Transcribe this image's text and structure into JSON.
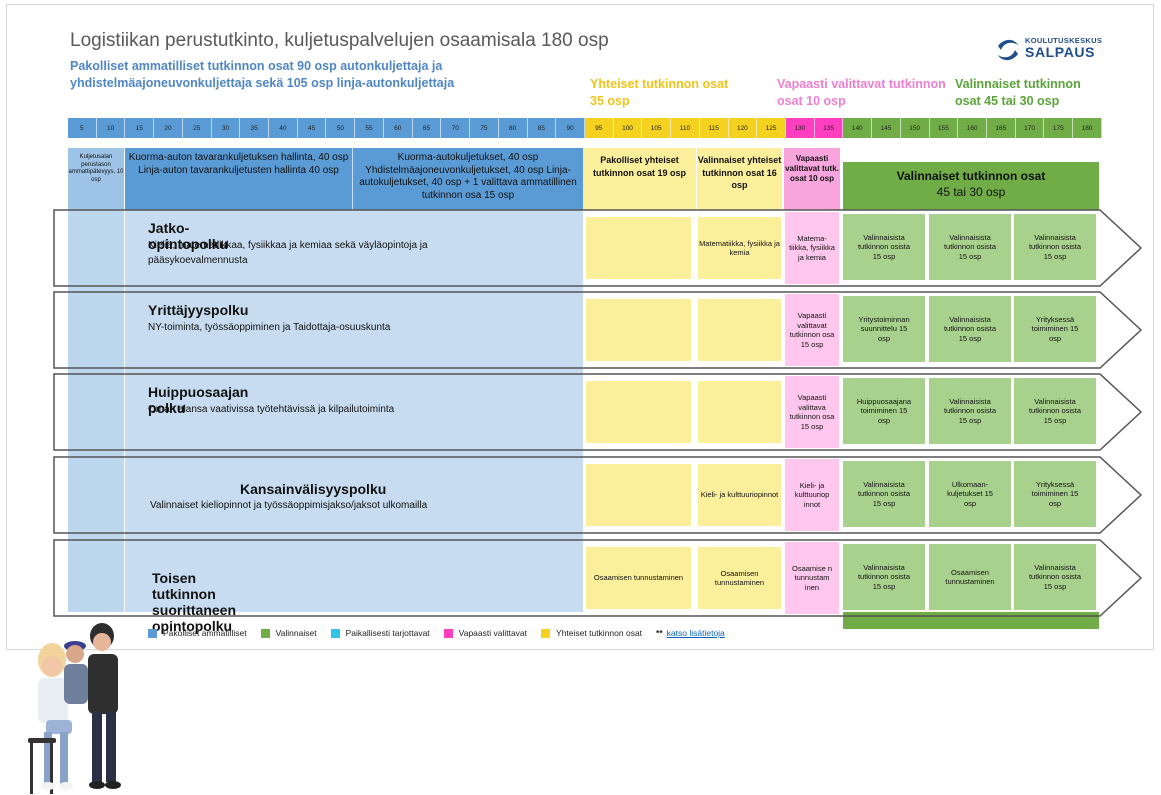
{
  "title": "Logistiikan perustutkinto, kuljetuspalvelujen osaamisala 180 osp",
  "headers": {
    "blue": "Pakolliset ammatilliset tutkinnon osat 90 osp autonkuljettaja ja yhdistelmäajoneuvonkuljettaja sekä 105 osp linja-autonkuljettaja",
    "yellow": "Yhteiset tutkinnon osat 35 osp",
    "pink": "Vapaasti valittavat tutkinnon osat 10 osp",
    "green": "Valinnaiset tutkinnon osat 45 tai 30 osp"
  },
  "logo": {
    "top": "KOULUTUSKESKUS",
    "main": "SALPAUS"
  },
  "ticks": [
    "5",
    "10",
    "15",
    "20",
    "25",
    "30",
    "35",
    "40",
    "45",
    "50",
    "55",
    "60",
    "65",
    "70",
    "75",
    "80",
    "85",
    "90",
    "95",
    "100",
    "105",
    "110",
    "115",
    "120",
    "125",
    "130",
    "135",
    "140",
    "145",
    "150",
    "155",
    "160",
    "165",
    "170",
    "175",
    "180"
  ],
  "blocks": {
    "b1": "Kuljetusalan perustason ammattipätevyys, 10 osp",
    "b2": "Kuorma-auton tavarankuljetuksen hallinta, 40 osp Linja-auton tavarankuljetusten hallinta 40 osp",
    "b3": "Kuorma-autokuljetukset, 40 osp Yhdistelmäajoneuvonkuljetukset, 40 osp Linja-autokuljetukset, 40 osp + 1 valittava ammatillinen tutkinnon osa 15 osp",
    "y1": "Pakolliset yhteiset tutkinnon osat 19 osp",
    "y2": "Valinnaiset yhteiset tutkinnon osat 16 osp",
    "p1": "Vapaasti valittavat tutk. osat 10 osp",
    "g1": "Valinnaiset tutkinnon osat",
    "g1b": "45 tai 30 osp"
  },
  "rows": [
    {
      "title": "Jatko-opintopolku",
      "desc": "Kieliä, matematiikkaa, fysiikkaa ja kemiaa sekä väyläopintoja ja pääsykoevalmennusta",
      "y1": "",
      "y2": "Matematiikka, fysiikka ja kemia",
      "pk": "Matema-tiikka, fysiikka ja kemia",
      "g": [
        "Valinnaisista tutkinnon osista 15 osp",
        "Valinnaisista tutkinnon osista 15 osp",
        "Valinnaisista tutkinnon osista 15 osp"
      ]
    },
    {
      "title": "Yrittäjyyspolku",
      "desc": "NY-toiminta, työssäoppiminen ja Taidottaja-osuuskunta",
      "y1": "",
      "y2": "",
      "pk": "Vapaasti valittavat tutkinnon osa 15 osp",
      "g": [
        "Yritystoiminnan suunnittelu 15 osp",
        "Valinnaisista tutkinnon osista 15 osp",
        "Yrityksessä toimiminen 15 osp"
      ]
    },
    {
      "title": "Huippuosaajan polku",
      "desc": "Oman alansa vaativissa työtehtävissä ja kilpailutoiminta",
      "y1": "",
      "y2": "",
      "pk": "Vapaasti valittava tutkinnon osa 15 osp",
      "g": [
        "Huippuosaajana toimiminen 15 osp",
        "Valinnaisista tutkinnon osista 15 osp",
        "Valinnaisista tutkinnon osista 15 osp"
      ]
    },
    {
      "title": "Kansainvälisyyspolku",
      "desc": "Valinnaiset kieliopinnot ja työssäoppimisjakso/jaksot ulkomailla",
      "y1": "",
      "y2": "Kieli- ja kulttuuriopinnot",
      "pk": "Kieli- ja kulttuuriop innot",
      "g": [
        "Valinnaisista tutkinnon osista 15 osp",
        "Ulkomaan-kuljetukset 15 osp",
        "Yrityksessä toimiminen 15 osp"
      ]
    },
    {
      "title": "Toisen tutkinnon suorittaneen opintopolku",
      "desc": "",
      "y1": "Osaamisen tunnustaminen",
      "y2": "Osaamisen tunnustaminen",
      "pk": "Osaamise n tunnustam inen",
      "g": [
        "Valinnaisista tutkinnon osista 15 osp",
        "Osaamisen tunnustaminen",
        "Valinnaisista tutkinnon osista 15 osp"
      ]
    }
  ],
  "legend": {
    "items": [
      {
        "label": "Pakolliset ammatilliset",
        "color": "#5b9bd5"
      },
      {
        "label": "Valinnaiset",
        "color": "#70ad47"
      },
      {
        "label": "Paikallisesti tarjottavat",
        "color": "#33c3e8"
      },
      {
        "label": "Vapaasti valittavat",
        "color": "#ff3fc0"
      },
      {
        "label": "Yhteiset tutkinnon osat",
        "color": "#f4d21f"
      }
    ],
    "note": "**",
    "link": "katso lisätietoja"
  }
}
